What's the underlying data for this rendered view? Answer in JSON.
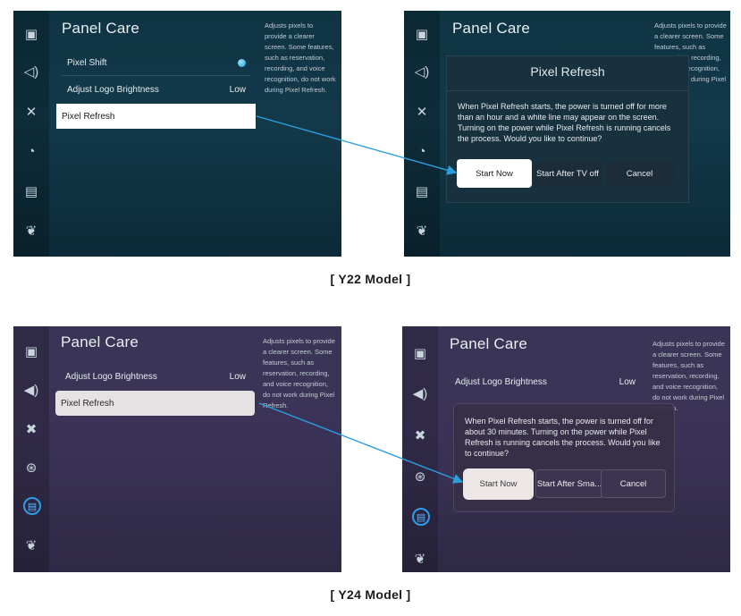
{
  "y22": {
    "left": {
      "title": "Panel Care",
      "items": [
        {
          "label": "Pixel Shift",
          "value": ""
        },
        {
          "label": "Adjust Logo Brightness",
          "value": "Low"
        },
        {
          "label": "Pixel Refresh",
          "value": ""
        }
      ],
      "description": "Adjusts pixels to provide a clearer screen. Some features, such as reservation, recording, and voice recognition, do not work during Pixel Refresh."
    },
    "right": {
      "title": "Panel Care",
      "description": "Adjusts pixels to provide a clearer screen. Some features, such as reservation, recording, and voice recognition, do not work during Pixel Refresh.",
      "dialog": {
        "title": "Pixel Refresh",
        "message": "When Pixel Refresh starts, the power is turned off for more than an hour and a white line may appear on the screen. Turning on the power while Pixel Refresh is running cancels the process. Would you like to continue?",
        "buttons": [
          "Start Now",
          "Start After TV off",
          "Cancel"
        ]
      }
    },
    "caption": "[ Y22 Model ]"
  },
  "y24": {
    "left": {
      "title": "Panel Care",
      "items": [
        {
          "label": "Adjust Logo Brightness",
          "value": "Low"
        },
        {
          "label": "Pixel Refresh",
          "value": ""
        }
      ],
      "description": "Adjusts pixels to provide a clearer screen. Some features, such as reservation, recording, and voice recognition, do not work during Pixel Refresh."
    },
    "right": {
      "title": "Panel Care",
      "item": {
        "label": "Adjust Logo Brightness",
        "value": "Low"
      },
      "description": "Adjusts pixels to provide a clearer screen. Some features, such as reservation, recording, and voice recognition, do not work during Pixel Refresh.",
      "dialog": {
        "message": "When Pixel Refresh starts, the power is turned off for about 30 minutes. Turning on the power while Pixel Refresh is running cancels the process. Would you like to continue?",
        "buttons": [
          "Start Now",
          "Start After Sma...",
          "Cancel"
        ]
      }
    },
    "caption": "[ Y24 Model ]"
  },
  "icons": [
    "picture-icon",
    "sound-icon",
    "connection-icon",
    "support-icon",
    "panel-care-icon",
    "eco-icon"
  ],
  "colors": {
    "arrow": "#2a9fe0",
    "y22_bg": "#12394a",
    "y24_bg": "#3b3357",
    "selected_ring": "#2f9de8"
  }
}
